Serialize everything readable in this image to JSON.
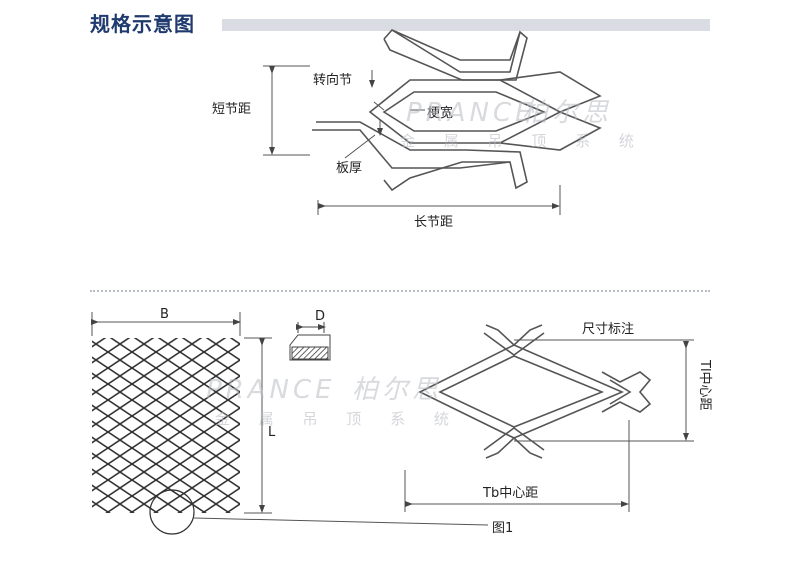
{
  "title": "规格示意图",
  "top_diagram": {
    "labels": {
      "turn_node": "转向节",
      "short_pitch": "短节距",
      "strand_width": "梗宽",
      "plate_thickness": "板厚",
      "long_pitch": "长节距"
    }
  },
  "bottom_diagram": {
    "labels": {
      "b": "B",
      "d": "D",
      "l": "L",
      "size_note": "尺寸标注",
      "tl_center": "Tl中心距",
      "tb_center": "Tb中心距",
      "figure": "图1"
    }
  },
  "watermark": {
    "brand": "PRANCE",
    "brand_cn": "柏尔思",
    "tagline": "金 属 吊 顶 系 统"
  },
  "colors": {
    "title": "#1f3a6e",
    "title_bar": "#d9dce3",
    "line": "#555555"
  }
}
